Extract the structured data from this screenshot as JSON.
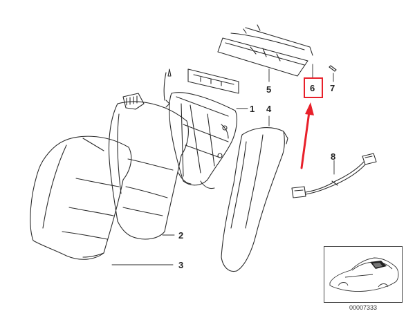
{
  "callouts": {
    "c1": "1",
    "c2": "2",
    "c3": "3",
    "c4": "4",
    "c5": "5",
    "c6": "6",
    "c7": "7",
    "c8": "8"
  },
  "thumbnail": {
    "catalog_code": "00007333"
  },
  "colors": {
    "highlight": "#e8202a",
    "line": "#2a2a2a"
  },
  "icons": [
    "red-arrow-icon",
    "highlight-box",
    "car-thumbnail-icon"
  ]
}
